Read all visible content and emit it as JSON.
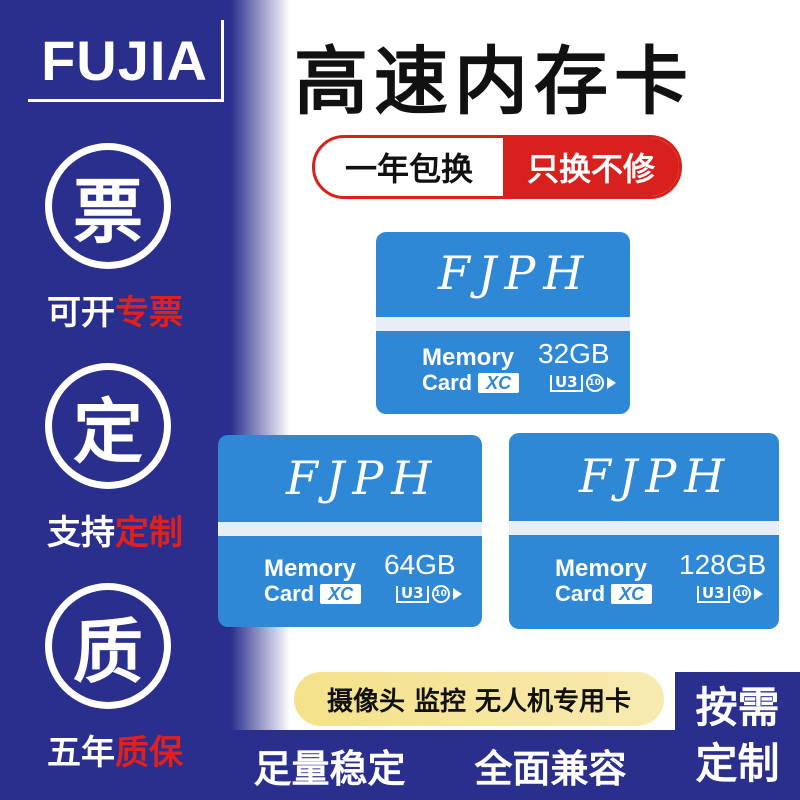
{
  "brand": {
    "name": "FUJIA"
  },
  "title": "高速内存卡",
  "warranty": {
    "left": "一年包换",
    "right": "只换不修"
  },
  "badges": [
    {
      "glyph": "票",
      "text_white": "可开",
      "text_red": "专票"
    },
    {
      "glyph": "定",
      "text_white": "支持",
      "text_red": "定制"
    },
    {
      "glyph": "质",
      "text_white": "五年",
      "text_red": "质保"
    }
  ],
  "cards": [
    {
      "brand": "FJPH",
      "memory": "Memory",
      "card": "Card",
      "xc": "XC",
      "capacity": "32GB",
      "speed_u": "U3",
      "speed_class": "10"
    },
    {
      "brand": "FJPH",
      "memory": "Memory",
      "card": "Card",
      "xc": "XC",
      "capacity": "64GB",
      "speed_u": "U3",
      "speed_class": "10"
    },
    {
      "brand": "FJPH",
      "memory": "Memory",
      "card": "Card",
      "xc": "XC",
      "capacity": "128GB",
      "speed_u": "U3",
      "speed_class": "10"
    }
  ],
  "usage_banner": "摄像头 监控 无人机专用卡",
  "features": {
    "left": "足量稳定",
    "right": "全面兼容"
  },
  "custom": {
    "line1": "按需",
    "line2": "定制"
  },
  "colors": {
    "navy": "#2a2e8c",
    "red": "#d8201c",
    "card_blue": "#2f88d6",
    "yellow": "#f4e18a"
  }
}
